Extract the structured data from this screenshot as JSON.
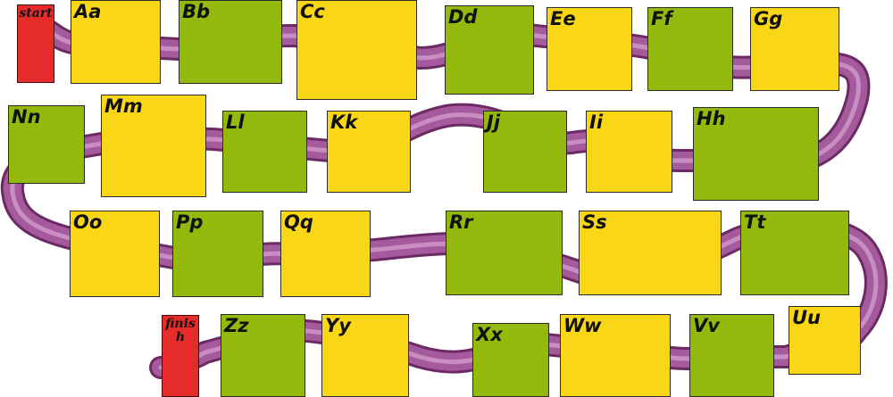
{
  "start": {
    "label": "start"
  },
  "finish": {
    "label": "finish"
  },
  "colors": {
    "yellow": "#fad716",
    "green": "#93b90d",
    "path": "#9c4a95",
    "marker": "#e62b2b"
  },
  "tiles": [
    {
      "label": "Aa",
      "color": "yellow"
    },
    {
      "label": "Bb",
      "color": "green"
    },
    {
      "label": "Cc",
      "color": "yellow"
    },
    {
      "label": "Dd",
      "color": "green"
    },
    {
      "label": "Ee",
      "color": "yellow"
    },
    {
      "label": "Ff",
      "color": "green"
    },
    {
      "label": "Gg",
      "color": "yellow"
    },
    {
      "label": "Hh",
      "color": "green"
    },
    {
      "label": "Ii",
      "color": "yellow"
    },
    {
      "label": "Jj",
      "color": "green"
    },
    {
      "label": "Kk",
      "color": "yellow"
    },
    {
      "label": "Ll",
      "color": "green"
    },
    {
      "label": "Mm",
      "color": "yellow"
    },
    {
      "label": "Nn",
      "color": "green"
    },
    {
      "label": "Oo",
      "color": "yellow"
    },
    {
      "label": "Pp",
      "color": "green"
    },
    {
      "label": "Qq",
      "color": "yellow"
    },
    {
      "label": "Rr",
      "color": "green"
    },
    {
      "label": "Ss",
      "color": "yellow"
    },
    {
      "label": "Tt",
      "color": "green"
    },
    {
      "label": "Uu",
      "color": "yellow"
    },
    {
      "label": "Vv",
      "color": "green"
    },
    {
      "label": "Ww",
      "color": "yellow"
    },
    {
      "label": "Xx",
      "color": "green"
    },
    {
      "label": "Yy",
      "color": "yellow"
    },
    {
      "label": "Zz",
      "color": "green"
    }
  ]
}
